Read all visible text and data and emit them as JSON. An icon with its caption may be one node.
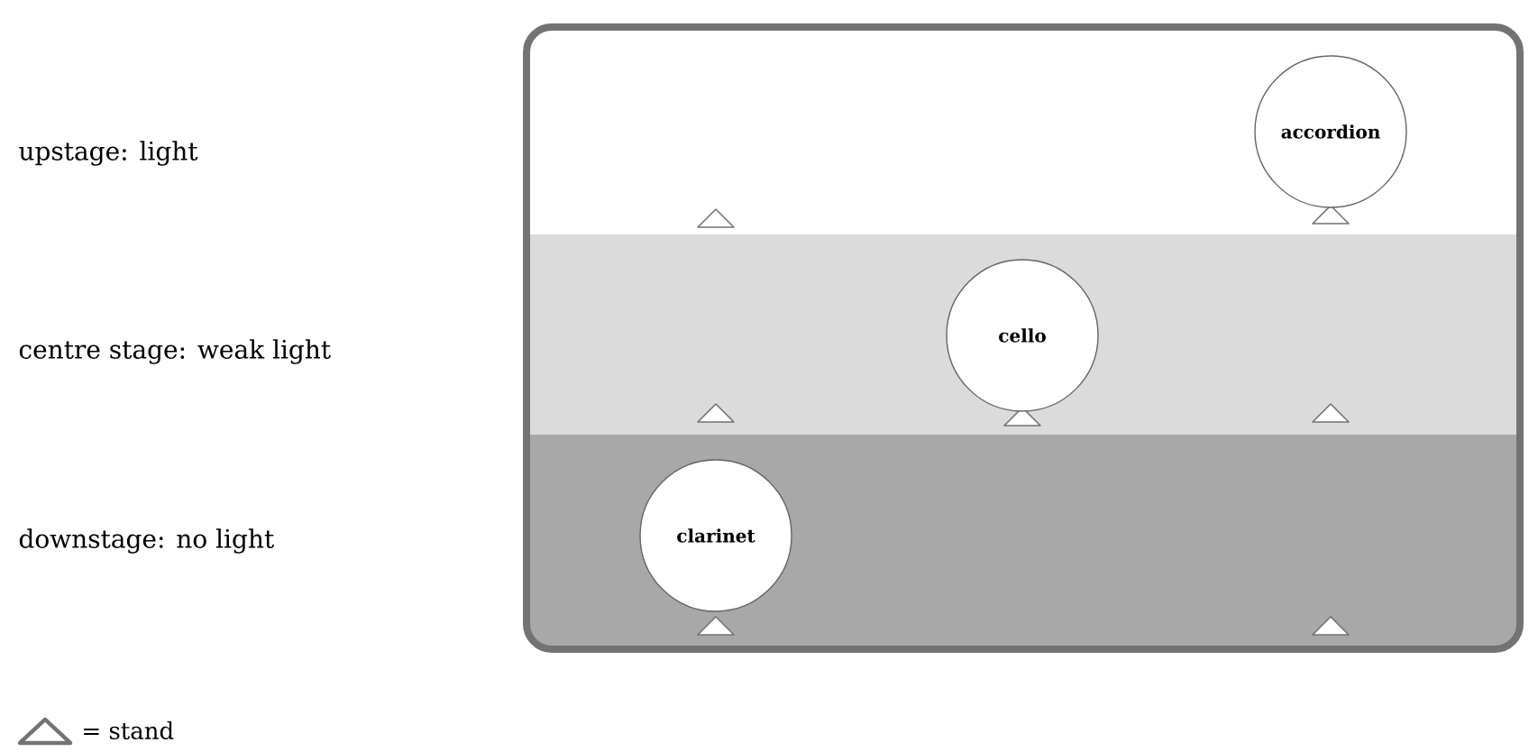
{
  "diagram": {
    "nodes": [
      {
        "text": [],
        "shape": "box"
      },
      {
        "text": [
          "accordion"
        ],
        "in": 0
      },
      {
        "text": [
          "cello"
        ],
        "in": 0
      },
      {
        "text": [
          "clarinet"
        ],
        "in": 0
      }
    ],
    "edges": [],
    "labels": [
      "upstage: light",
      "centre stage: weak light",
      "downstage: no light"
    ],
    "legend": [
      {
        "text": "= stand"
      }
    ]
  }
}
